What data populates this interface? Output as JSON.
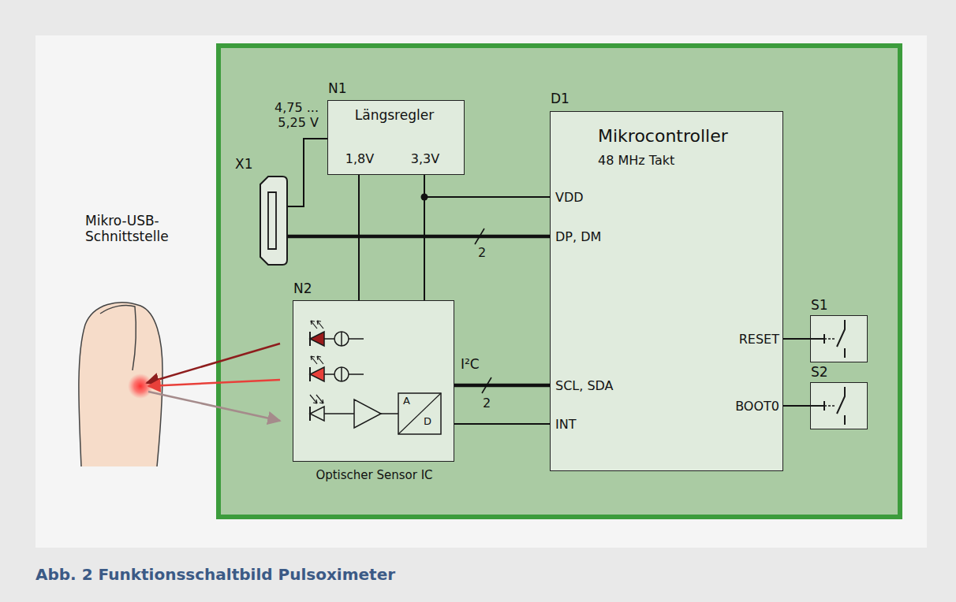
{
  "diagram": {
    "caption": "Abb. 2 Funktionsschaltbild Pulsoximeter",
    "nodes": [
      {
        "text": [
          "N1",
          "Längsregler",
          "1,8V",
          "3,3V"
        ]
      },
      {
        "text": [
          "D1",
          "Mikrocontroller",
          "48 MHz Takt",
          "VDD",
          "DP, DM",
          "SCL, SDA",
          "INT",
          "RESET",
          "BOOT0"
        ]
      },
      {
        "text": [
          "X1"
        ]
      },
      {
        "text": [
          "N2",
          "Optischer Sensor IC"
        ]
      },
      {
        "text": [
          "S1"
        ]
      },
      {
        "text": [
          "S2"
        ]
      }
    ],
    "edges": [
      {
        "from": 2,
        "to": 0,
        "arrow": "none"
      },
      {
        "from": 0,
        "to": 3,
        "arrow": "none"
      },
      {
        "from": 0,
        "to": 3,
        "arrow": "none"
      },
      {
        "from": 0,
        "to": 1,
        "arrow": "none"
      },
      {
        "from": 2,
        "to": 1,
        "arrow": "none"
      },
      {
        "from": 3,
        "to": 1,
        "label": "I²C",
        "arrow": "none"
      },
      {
        "from": 3,
        "to": 1,
        "arrow": "none"
      },
      {
        "from": 1,
        "to": 4,
        "arrow": "none"
      },
      {
        "from": 1,
        "to": 5,
        "arrow": "none"
      }
    ],
    "labels": [
      "Mikro-USB- Schnittstelle",
      "4,75 ... 5,25 V",
      "2",
      "2",
      "A",
      "D"
    ]
  }
}
